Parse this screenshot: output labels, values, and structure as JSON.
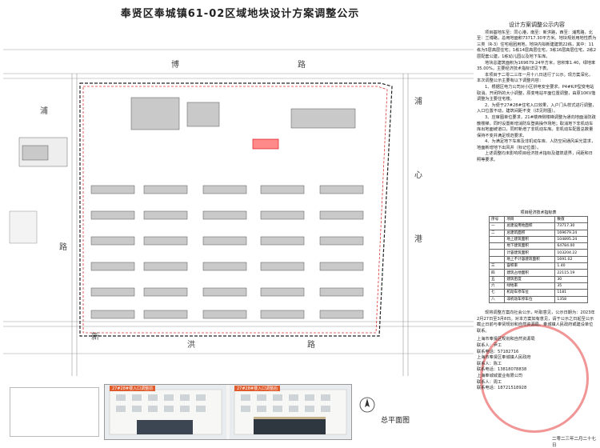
{
  "title": "奉贤区奉城镇61-02区域地块设计方案调整公示",
  "roads": {
    "top": [
      "博",
      "路"
    ],
    "left_vertical": [
      "浦"
    ],
    "bottom": [
      "新",
      "洪",
      "路"
    ],
    "right_vertical": [
      "港"
    ],
    "mid_left": [
      "路"
    ],
    "right_labels": [
      "浦",
      "心"
    ]
  },
  "renders": {
    "left_caption": "27#28#楼入口调整前",
    "right_caption": "27#28#楼入口调整后"
  },
  "plan_label": "总平面图",
  "sidebar": {
    "heading": "设计方案调整公示内容",
    "paragraphs": [
      "项目基地东至：同心港，南至：新洪路，西至：浦秀路，北至：兰博路，总用地面积73717.30平方米。地块规划用地性质为三类（R-3）住宅组团用地。地块内拟新建建筑22栋，其中：11栋为5层高层住宅；1栋14层高层住宅，3栋16层高层住宅，2栋2层配套公建，1栋幼儿园以及地下车库。",
      "地块总建筑面积为169679.24平方米，容积率1.40，绿地率35.00%，主要经济技术指标详见下表。",
      "本项目于二零二三年一月十八日进行了公示。现方案深化，本次调整公示主要有以下调整内容：",
      "1、根据区电力公司对小区供电安全要求，P4#K/P型变电站取消，开闭所的大小调整，原变电站平面位置调整，由原10KV落调整为主要住宅楼。",
      "2、为便于27#28#住宅入口效果，入户门头样式进行调整，入口位置不动，建筑间距不变（详见附图）。",
      "3、应审图单位要求，21#楼西侧楼梯调整为通向地面消防疏散楼梯，同时设置新增消防车登高操作场地；取消地下非机动车库出地面坡道口，同时新增了非机动车库。非机动车配置总数量保持不变并满足规范要求。",
      "4、为满足地下车库及非机动车库、人防空间通风采光需求，地面新增地下出风井（标记位置）。",
      "上述调整均未影响项目经济技术指标及建筑退界，间距和日照等要求。"
    ],
    "notes": [
      "现将调整方案向社会公示，听取意见，公示日期为：2023年2月27日至3月8日。对本方案如有意见，请于公示之日起至公示截止日前与奉贤规划和自然资源局、奉城镇人民政府或建设单位联系。"
    ],
    "contacts": [
      {
        "org": "上海市奉贤区规划和自然资源局",
        "person": "联系人：尹工",
        "phone": "联系电话：57182716"
      },
      {
        "org": "上海市奉贤区奉城镇人民政府",
        "person": "联系人：陈工",
        "phone": "联系电话：13818078838"
      },
      {
        "org": "上海奉城城置业有限公司",
        "person": "联系人：周工",
        "phone": "联系电话：18721518928"
      }
    ],
    "date": "二零二三年二月二十七日"
  },
  "table": {
    "caption": "项目经济技术指标表",
    "header": [
      "序号",
      "项目",
      "数值"
    ],
    "rows": [
      [
        "一",
        "总建设用地面积",
        "73717.30"
      ],
      [
        "二",
        "总建筑面积",
        "169679.24"
      ],
      [
        "",
        "地上建筑面积",
        "104895.24"
      ],
      [
        "",
        "地下建筑面积",
        "64784.00"
      ],
      [
        "",
        "计容建筑面积",
        "103204.22"
      ],
      [
        "",
        "地上不计容建筑面积",
        "1691.02"
      ],
      [
        "三",
        "容积率",
        "1.40"
      ],
      [
        "四",
        "建筑占地面积",
        "22115.19"
      ],
      [
        "五",
        "建筑密度",
        "30"
      ],
      [
        "六",
        "绿地率",
        "35"
      ],
      [
        "七",
        "机动车停车位",
        "1181"
      ],
      [
        "八",
        "非机动车停车位",
        "1358"
      ]
    ]
  },
  "colors": {
    "building": "#c9c9c9",
    "highlight": "#ff4d4d",
    "stamp": "#e54040",
    "render_caption": "#e05b2b"
  }
}
